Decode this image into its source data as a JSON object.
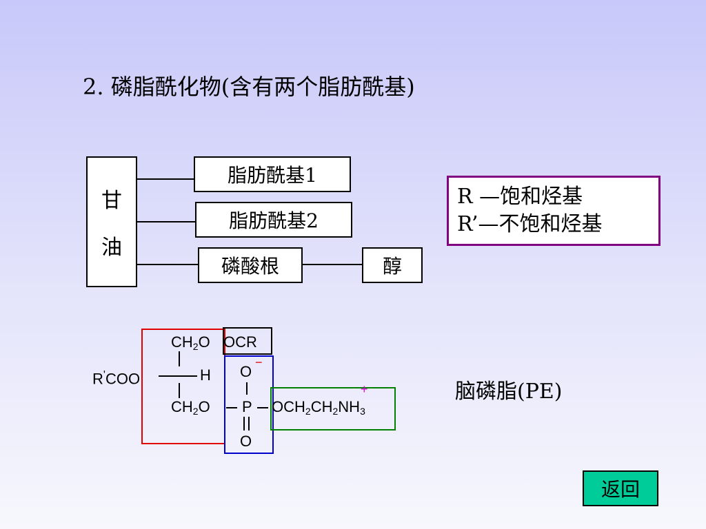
{
  "title": "2. 磷脂酰化物(含有两个脂肪酰基)",
  "structure": {
    "glycerol_top": "甘",
    "glycerol_bottom": "油",
    "fatty_acyl_1": "脂肪酰基1",
    "fatty_acyl_2": "脂肪酰基2",
    "phosphate": "磷酸根",
    "alcohol": "醇"
  },
  "legend": {
    "line1": "R —饱和烃基",
    "line2": "R’—不饱和烃基"
  },
  "molecule": {
    "top_ch": "CH",
    "top_sub": "2",
    "top_o": "O",
    "top_acyl": "OCR",
    "left_group": "R",
    "left_prime": "'",
    "left_rest": "COO",
    "h": "H",
    "o_top": "O",
    "minus": "−",
    "plus": "+",
    "bottom_ch": "CH",
    "bottom_sub": "2",
    "bottom_o": "O",
    "p": "P",
    "ethanolamine_o": "O",
    "eth_ch1": "CH",
    "eth_sub1": "2",
    "eth_ch2": "CH",
    "eth_sub2": "2",
    "eth_nh": "NH",
    "eth_sub3": "3",
    "o_bottom": "O"
  },
  "pe_label": "脑磷脂(PE)",
  "back_button": "返回",
  "colors": {
    "legend_border": "#800080",
    "glycerol_frame": "#e00000",
    "phosphate_frame": "#0000cc",
    "ethanolamine_frame": "#008000",
    "charge": "#e000e0",
    "button": "#00cc99"
  }
}
